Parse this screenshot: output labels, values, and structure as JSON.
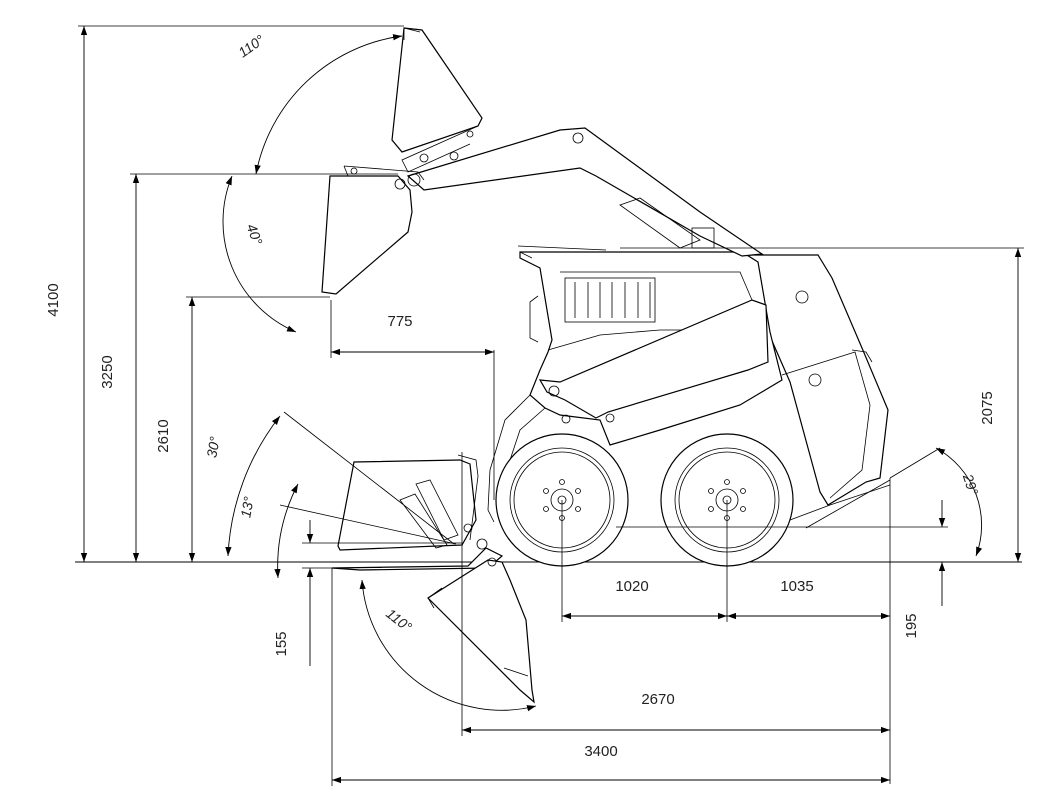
{
  "dimensions": {
    "overall_height": "4100",
    "hinge_pin_height": "3250",
    "dump_height": "2610",
    "dump_reach": "775",
    "overall_machine_height": "2075",
    "wheelbase_front": "1020",
    "wheelbase_rear": "1035",
    "ground_clearance": "195",
    "dig_depth": "155",
    "length_without_bucket": "2670",
    "length_with_bucket": "3400"
  },
  "angles": {
    "bucket_rollback_raised": "110°",
    "dump_angle": "40°",
    "approach_30": "30°",
    "approach_13": "13°",
    "bucket_rollback_ground": "110°",
    "departure_angle": "29°"
  }
}
